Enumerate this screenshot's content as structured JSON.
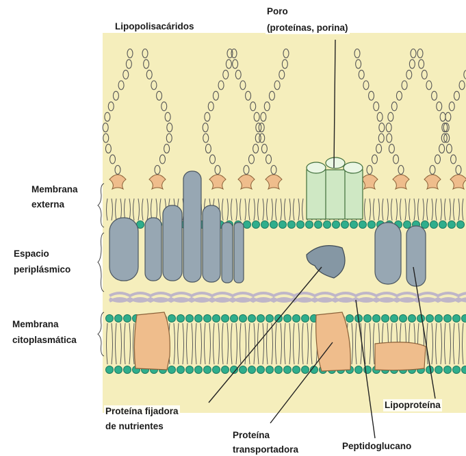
{
  "labels": {
    "lipopolisacaridos": "Lipopolisacáridos",
    "poro_1": "Poro",
    "poro_2": "(proteínas, porina)",
    "membrana_externa_1": "Membrana",
    "membrana_externa_2": "externa",
    "espacio_1": "Espacio",
    "espacio_2": "periplásmico",
    "membrana_cito_1": "Membrana",
    "membrana_cito_2": "citoplasmática",
    "fijadora_1": "Proteína fijadora",
    "fijadora_2": "de nutrientes",
    "transportadora_1": "Proteína",
    "transportadora_2": "transportadora",
    "peptidoglucano": "Peptidoglucano",
    "lipoproteina": "Lipoproteína"
  },
  "colors": {
    "background_yellow": "#f5eebc",
    "phospholipid_head": "#2fae8c",
    "head_outline": "#1e7a60",
    "lipid_tail": "#5a5a5a",
    "protein_gray": "#97a7b3",
    "protein_orange": "#efbd8c",
    "porin_green": "#cfe8c4",
    "peptidoglycan": "#bfb6c8",
    "leader_line": "#222222"
  }
}
